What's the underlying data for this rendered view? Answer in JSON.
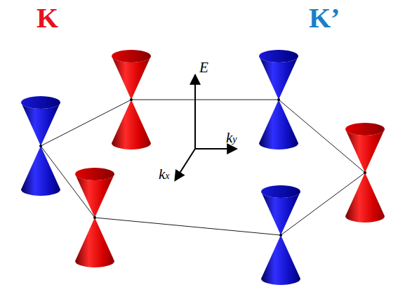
{
  "diagram": {
    "labels": [
      "K",
      "K’",
      "E",
      "ky",
      "kx"
    ]
  }
}
